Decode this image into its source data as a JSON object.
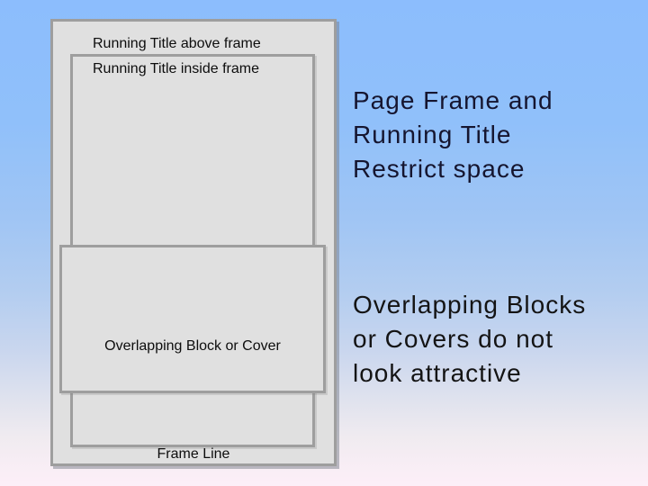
{
  "slide": {
    "background": {
      "top_color": "#8cbdfd",
      "middle_color": "#c9d6ee",
      "bottom_color": "#fdeff8"
    },
    "frame": {
      "fill_color": "#e0e0e0",
      "border_color": "#9e9e9e"
    },
    "labels": {
      "running_title_above": "Running Title above frame",
      "running_title_inside": "Running Title inside frame",
      "overlapping_block": "Overlapping Block or Cover",
      "frame_line": "Frame Line"
    },
    "headings": [
      {
        "text": "Page Frame and\nRunning Title\nRestrict space",
        "color": "#15152f"
      },
      {
        "text": "Overlapping Blocks\nor Covers do not\nlook attractive",
        "color": "#141414"
      }
    ]
  }
}
